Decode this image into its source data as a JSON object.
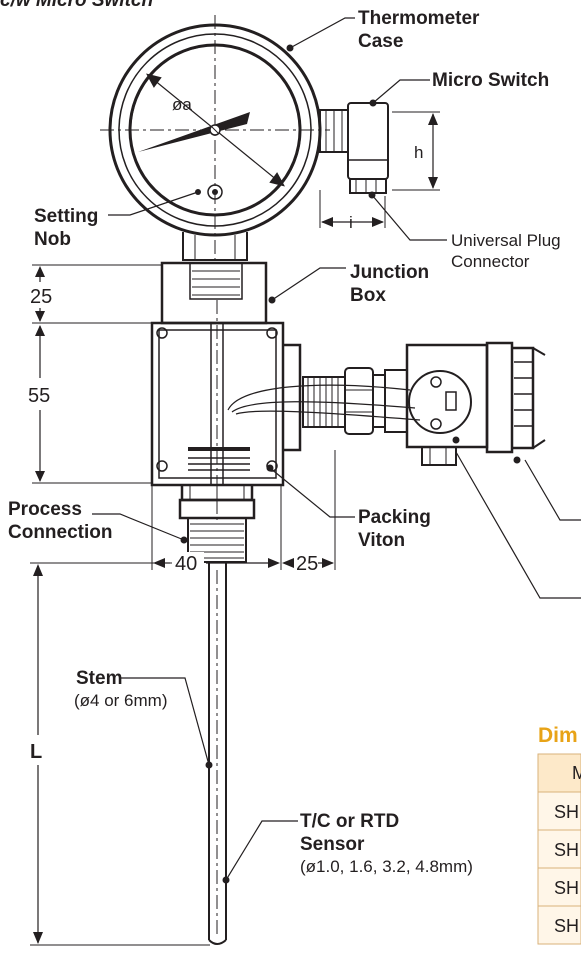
{
  "header": {
    "title_fragment": "c/w Micro Switch"
  },
  "labels": {
    "thermometer_case": [
      "Thermometer",
      "Case"
    ],
    "micro_switch": "Micro Switch",
    "setting_nob": [
      "Setting",
      "Nob"
    ],
    "universal_plug": [
      "Universal Plug",
      "Connector"
    ],
    "junction_box": [
      "Junction",
      "Box"
    ],
    "process_connection": [
      "Process",
      "Connection"
    ],
    "packing": [
      "Packing",
      "Viton"
    ],
    "stem": "Stem",
    "stem_note": "(ø4 or 6mm)",
    "sensor": [
      "T/C or RTD",
      "Sensor"
    ],
    "sensor_note": "(ø1.0, 1.6, 3.2, 4.8mm)",
    "dial_symbol": "øa",
    "switch_h": "h",
    "switch_i": "i"
  },
  "dimensions": {
    "d25_top": "25",
    "d55": "55",
    "d40": "40",
    "d25_side": "25",
    "L": "L"
  },
  "table": {
    "title_fragment": "Dim",
    "header_fragment": "M",
    "rows": [
      "SH",
      "SH",
      "SH",
      "SH"
    ]
  },
  "colors": {
    "ink": "#231f20",
    "accent": "#e8a317",
    "table_header": "#fde9c9",
    "table_row": "#fff6e8"
  }
}
